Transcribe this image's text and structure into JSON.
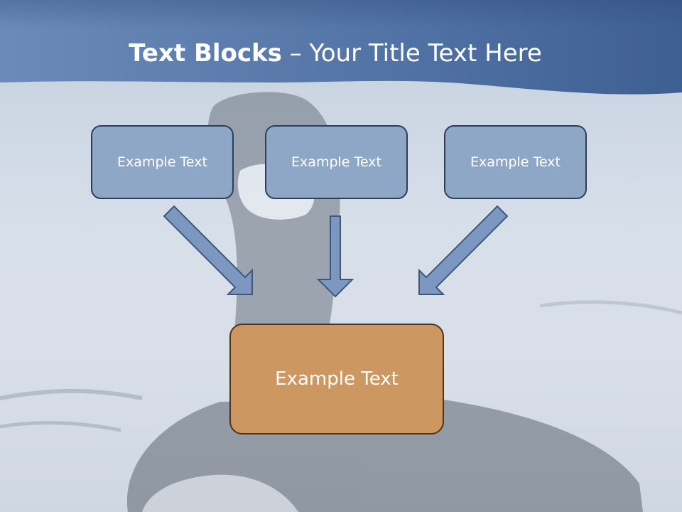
{
  "slide": {
    "title_bold": "Text Blocks",
    "title_rest": " – Your Title Text Here"
  },
  "blocks": [
    {
      "label": "Example Text"
    },
    {
      "label": "Example Text"
    },
    {
      "label": "Example Text"
    }
  ],
  "target": {
    "label": "Example Text"
  },
  "colors": {
    "header_band": "#5a7bab",
    "block_fill": "#8fa7c6",
    "block_border": "#2c3e5a",
    "target_fill": "#cd9762",
    "target_border": "#4e3418",
    "arrow_fill": "#7d98c0",
    "arrow_stroke": "#3f5779"
  }
}
